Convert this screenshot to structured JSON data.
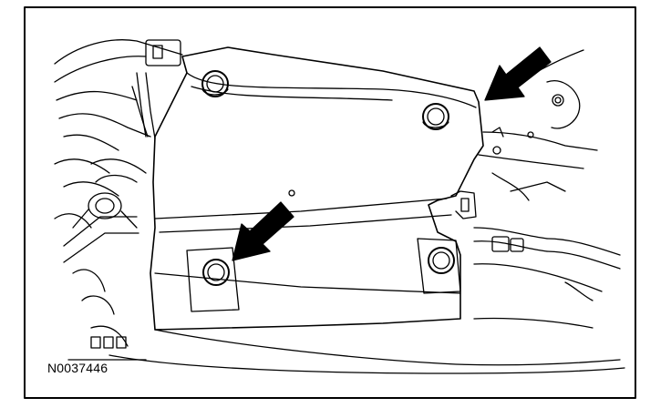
{
  "figure": {
    "reference_code": "N0037446",
    "line_color": "#000000",
    "background_color": "#ffffff"
  },
  "callouts": {
    "arrow_count": 2,
    "arrow_icon": "solid-black-arrow"
  },
  "fasteners": {
    "bolt_count": 4,
    "bolt_icon": "hex-bolt-head"
  }
}
